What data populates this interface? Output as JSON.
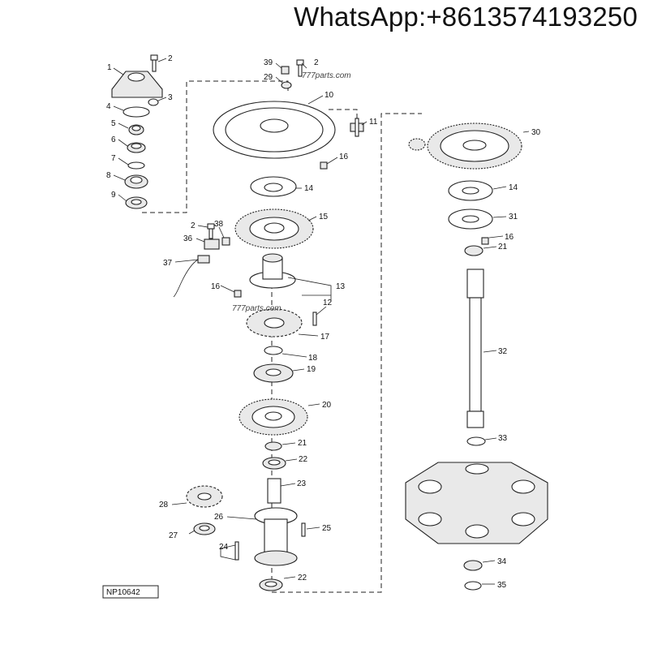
{
  "header": {
    "contact": "WhatsApp:+8613574193250"
  },
  "watermarks": [
    "777parts.com",
    "777parts.com"
  ],
  "figure_id": "NP10642",
  "callouts": [
    "1",
    "2",
    "3",
    "4",
    "5",
    "6",
    "7",
    "8",
    "9",
    "39",
    "29",
    "2",
    "10",
    "11",
    "16",
    "14",
    "15",
    "2",
    "38",
    "36",
    "37",
    "16",
    "13",
    "12",
    "17",
    "18",
    "19",
    "20",
    "21",
    "22",
    "23",
    "28",
    "26",
    "27",
    "25",
    "24",
    "22",
    "30",
    "14",
    "31",
    "16",
    "21",
    "32",
    "33",
    "34",
    "35"
  ]
}
